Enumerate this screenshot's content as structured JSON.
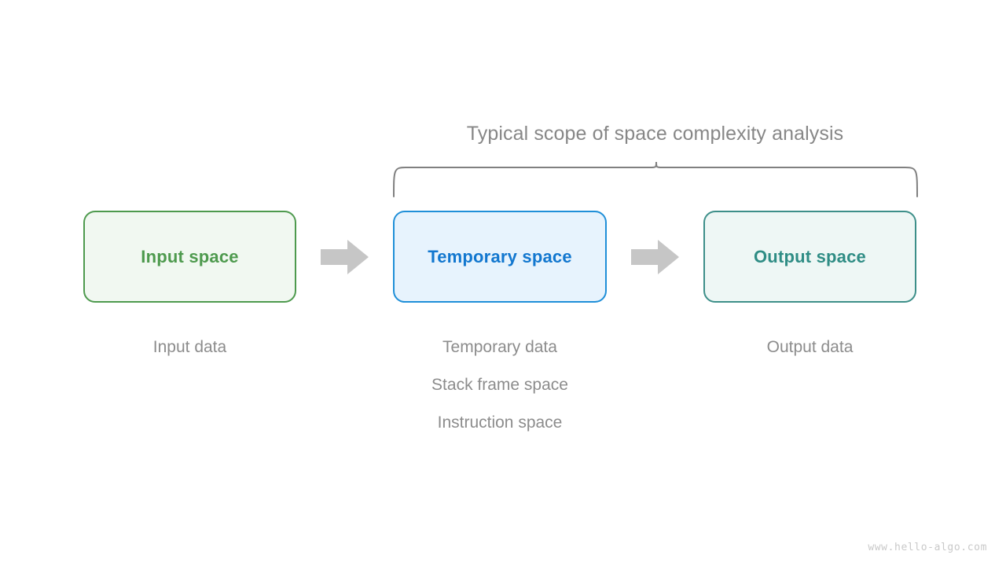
{
  "diagram": {
    "scope_title": "Typical scope of space complexity analysis",
    "watermark": "www.hello-algo.com",
    "colors": {
      "background": "#ffffff",
      "title_gray": "#878787",
      "caption_gray": "#8c8c8c",
      "brace_gray": "#808080",
      "arrow_gray": "#c6c6c6",
      "input_border": "#4e9a4e",
      "input_fill": "#f1f8f1",
      "input_text": "#4e9a4e",
      "temporary_border": "#1f8fd8",
      "temporary_fill": "#e7f3fd",
      "temporary_text": "#1277cf",
      "output_border": "#3d8f89",
      "output_fill": "#eef7f5",
      "output_text": "#2f8d85",
      "watermark_gray": "#c9c9c9"
    },
    "stages": [
      {
        "id": "input",
        "box_label": "Input space",
        "captions": [
          "Input data"
        ]
      },
      {
        "id": "temporary",
        "box_label": "Temporary space",
        "captions": [
          "Temporary data",
          "Stack frame space",
          "Instruction space"
        ]
      },
      {
        "id": "output",
        "box_label": "Output space",
        "captions": [
          "Output data"
        ]
      }
    ],
    "connectors": [
      {
        "id": "arrow-input-to-temporary",
        "icon": "right-arrow-icon"
      },
      {
        "id": "arrow-temporary-to-output",
        "icon": "right-arrow-icon"
      }
    ],
    "brace": {
      "icon": "curly-brace-icon",
      "covers": [
        "Temporary space",
        "Output space"
      ]
    }
  }
}
